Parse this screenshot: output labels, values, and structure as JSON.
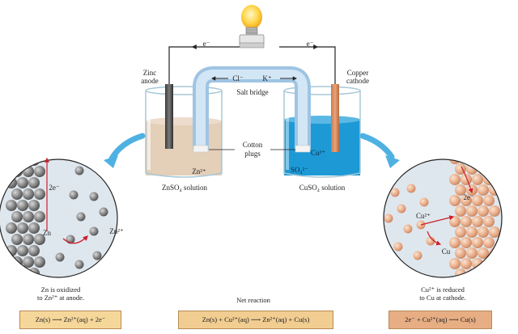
{
  "labels": {
    "electron_left": "e⁻",
    "electron_right": "e⁻",
    "zinc_anode_line1": "Zinc",
    "zinc_anode_line2": "anode",
    "copper_cathode_line1": "Copper",
    "copper_cathode_line2": "cathode",
    "chloride": "Cl⁻",
    "potassium": "K⁺",
    "salt_bridge": "Salt bridge",
    "cotton_plugs_line1": "Cotton",
    "cotton_plugs_line2": "plugs",
    "zn_ion": "Zn²⁺",
    "cu_ion": "Cu²⁺",
    "sulfate": "SO₄²⁻",
    "znso4_solution": "ZnSO₄ solution",
    "cuso4_solution": "CuSO₄ solution"
  },
  "left_zoom": {
    "atom_label": "Zn",
    "ion_label": "Zn²⁺",
    "electron_label": "2e⁻",
    "caption_line1": "Zn is oxidized",
    "caption_line2": "to Zn²⁺ at anode.",
    "equation": "Zn(s) ⟶ Zn²⁺(aq) + 2e⁻"
  },
  "center": {
    "caption": "Net reaction",
    "equation": "Zn(s) + Cu²⁺(aq) ⟶ Zn²⁺(aq) + Cu(s)"
  },
  "right_zoom": {
    "atom_label": "Cu",
    "ion_label": "Cu²⁺",
    "electron_label": "2e⁻",
    "caption_line1": "Cu²⁺ is reduced",
    "caption_line2": "to Cu at cathode.",
    "equation": "2e⁻ + Cu²⁺(aq) ⟶ Cu(s)"
  },
  "colors": {
    "zinc_solution": "#e4cfb8",
    "copper_solution": "#1d9ad6",
    "salt_bridge": "#bcd7ee",
    "zinc_atom": "#8a8a8a",
    "copper_atom": "#e9b391",
    "arrow_red": "#cc1f2b",
    "zoom_arrow": "#4fb1e2"
  }
}
